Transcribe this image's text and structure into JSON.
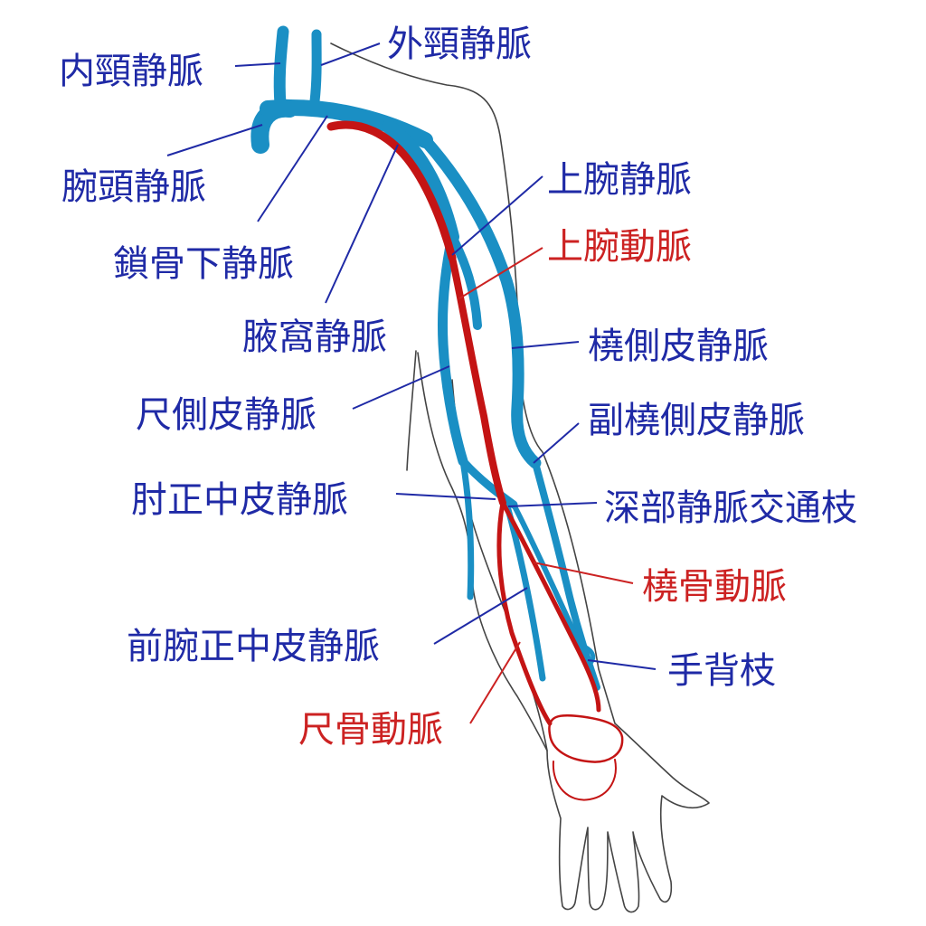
{
  "colors": {
    "vein": "#1a8fc4",
    "artery": "#c41414",
    "vein_label": "#1f2aa6",
    "artery_label": "#cc2222",
    "outline": "#444444"
  },
  "labels": {
    "internal_jugular": "内頸静脈",
    "external_jugular": "外頸静脈",
    "brachiocephalic": "腕頭静脈",
    "subclavian": "鎖骨下静脈",
    "axillary": "腋窩静脈",
    "brachial_vein": "上腕静脈",
    "brachial_artery": "上腕動脈",
    "cephalic": "橈側皮静脈",
    "basilic": "尺側皮静脈",
    "accessory_cephalic": "副橈側皮静脈",
    "median_cubital": "肘正中皮静脈",
    "perforating": "深部静脈交通枝",
    "radial_artery": "橈骨動脈",
    "median_antebrachial": "前腕正中皮静脈",
    "dorsal_branch": "手背枝",
    "ulnar_artery": "尺骨動脈"
  }
}
